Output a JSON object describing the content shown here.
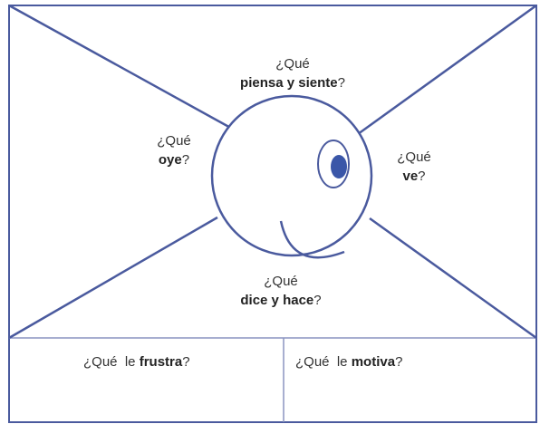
{
  "colors": {
    "line": "#4a5a9e",
    "eye_fill": "#3a56a8",
    "text": "#333333"
  },
  "labels": {
    "piensa": {
      "pre": "¿Qué",
      "bold": "piensa y siente",
      "post": "?"
    },
    "oye": {
      "pre": "¿Qué",
      "bold": "oye",
      "post": "?"
    },
    "ve": {
      "pre": "¿Qué",
      "bold": "ve",
      "post": "?"
    },
    "dice": {
      "pre": "¿Qué",
      "bold": "dice y hace",
      "post": "?"
    },
    "frustra": {
      "pre": "¿Qué  le ",
      "bold": "frustra",
      "post": "?"
    },
    "motiva": {
      "pre": "¿Qué  le ",
      "bold": "motiva",
      "post": "?"
    }
  }
}
